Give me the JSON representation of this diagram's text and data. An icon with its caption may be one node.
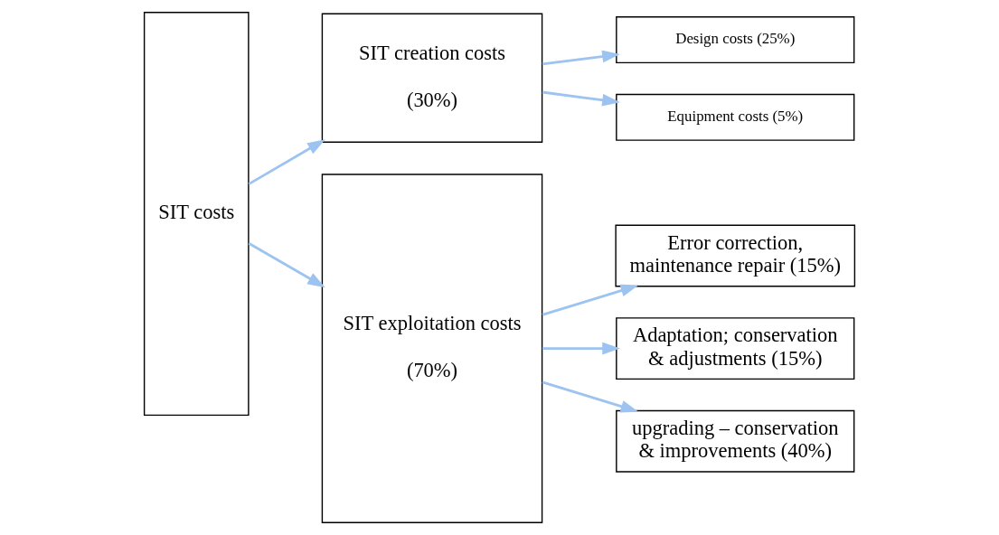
{
  "diagram": {
    "nodes": [
      {
        "text": [
          "SIT costs"
        ]
      },
      {
        "text": [
          "SIT creation costs",
          "(30%)"
        ]
      },
      {
        "text": [
          "Design costs (25%)"
        ]
      },
      {
        "text": [
          "Equipment costs (5%)"
        ]
      },
      {
        "text": [
          "SIT exploitation costs",
          "(70%)"
        ]
      },
      {
        "text": [
          "Error correction, maintenance repair (15%)"
        ]
      },
      {
        "text": [
          "Adaptation; conservation & adjustments (15%)"
        ]
      },
      {
        "text": [
          "upgrading – conservation & improvements (40%)"
        ]
      }
    ],
    "edges": [
      {
        "from": 0,
        "to": 1,
        "arrow": "to"
      },
      {
        "from": 0,
        "to": 4,
        "arrow": "to"
      },
      {
        "from": 1,
        "to": 2,
        "arrow": "to"
      },
      {
        "from": 1,
        "to": 3,
        "arrow": "to"
      },
      {
        "from": 4,
        "to": 5,
        "arrow": "to"
      },
      {
        "from": 4,
        "to": 6,
        "arrow": "to"
      },
      {
        "from": 4,
        "to": 7,
        "arrow": "to"
      }
    ]
  }
}
